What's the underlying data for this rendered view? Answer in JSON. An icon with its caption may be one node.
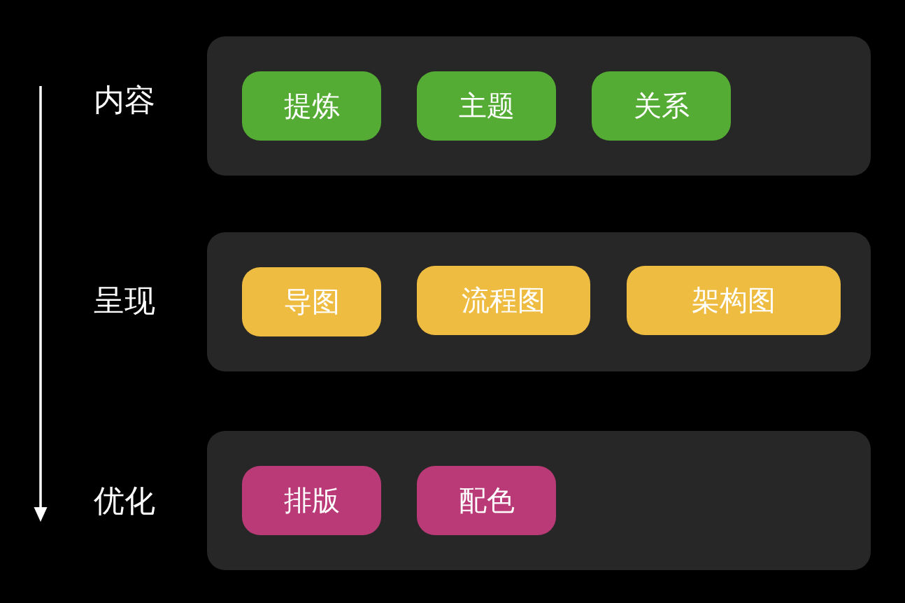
{
  "diagram": {
    "nodes": [
      {
        "text": [
          "内容"
        ]
      },
      {
        "text": [
          "提炼"
        ],
        "in": 0
      },
      {
        "text": [
          "主题"
        ],
        "in": 0
      },
      {
        "text": [
          "关系"
        ],
        "in": 0
      },
      {
        "text": [
          "呈现"
        ]
      },
      {
        "text": [
          "导图"
        ],
        "in": 4
      },
      {
        "text": [
          "流程图"
        ],
        "in": 4
      },
      {
        "text": [
          "架构图"
        ],
        "in": 4
      },
      {
        "text": [
          "优化"
        ]
      },
      {
        "text": [
          "排版"
        ],
        "in": 8
      },
      {
        "text": [
          "配色"
        ],
        "in": 8
      }
    ]
  }
}
